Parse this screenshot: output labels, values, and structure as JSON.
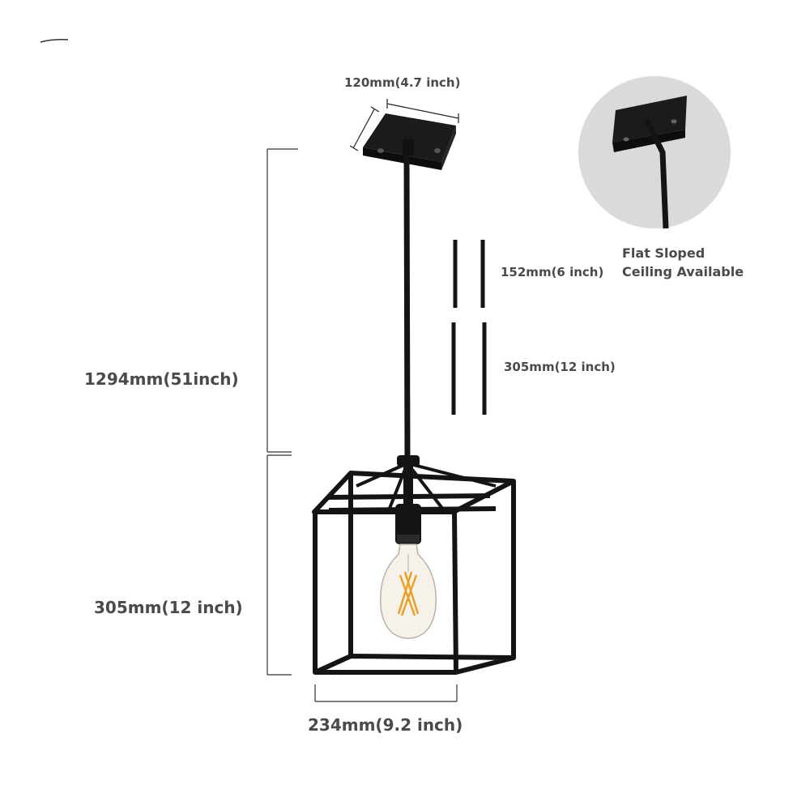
{
  "dimensions": {
    "canopy_width": "120mm(4.7 inch)",
    "rod_short": "152mm(6 inch)",
    "rod_long": "305mm(12 inch)",
    "overall_height": "1294mm(51inch)",
    "cage_height": "305mm(12 inch)",
    "cage_width": "234mm(9.2 inch)"
  },
  "sloped_note": {
    "line1": "Flat Sloped",
    "line2": "Ceiling Available"
  },
  "colors": {
    "fixture": "#141414",
    "text": "#4a4a4a",
    "inset_bg": "#dadada",
    "bulb_filament": "#e8a22c"
  }
}
